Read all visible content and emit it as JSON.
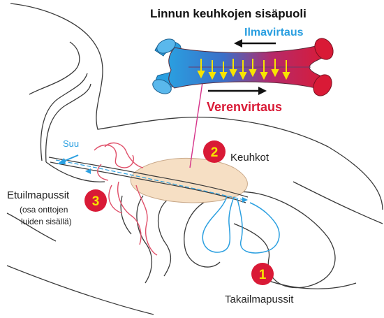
{
  "title": "Linnun keuhkojen sisäpuoli",
  "airflow_label": "Ilmavirtaus",
  "bloodflow_label": "Verenvirtaus",
  "mouth_label": "Suu",
  "markers": [
    {
      "number": "1",
      "label": "Takailmapussit"
    },
    {
      "number": "2",
      "label": "Keuhkot"
    },
    {
      "number": "3",
      "label": "Etuilmapussit",
      "sublabel_1": "(osa onttojen",
      "sublabel_2": "luiden sisällä)"
    }
  ],
  "colors": {
    "red": "#d91a36",
    "blue": "#2a9fe0",
    "yellow": "#f7e400",
    "lung": "#f6dfc4",
    "outline": "#3a3a3a",
    "airflow_text": "#2a9fe0",
    "bloodflow_text": "#d91a36"
  }
}
